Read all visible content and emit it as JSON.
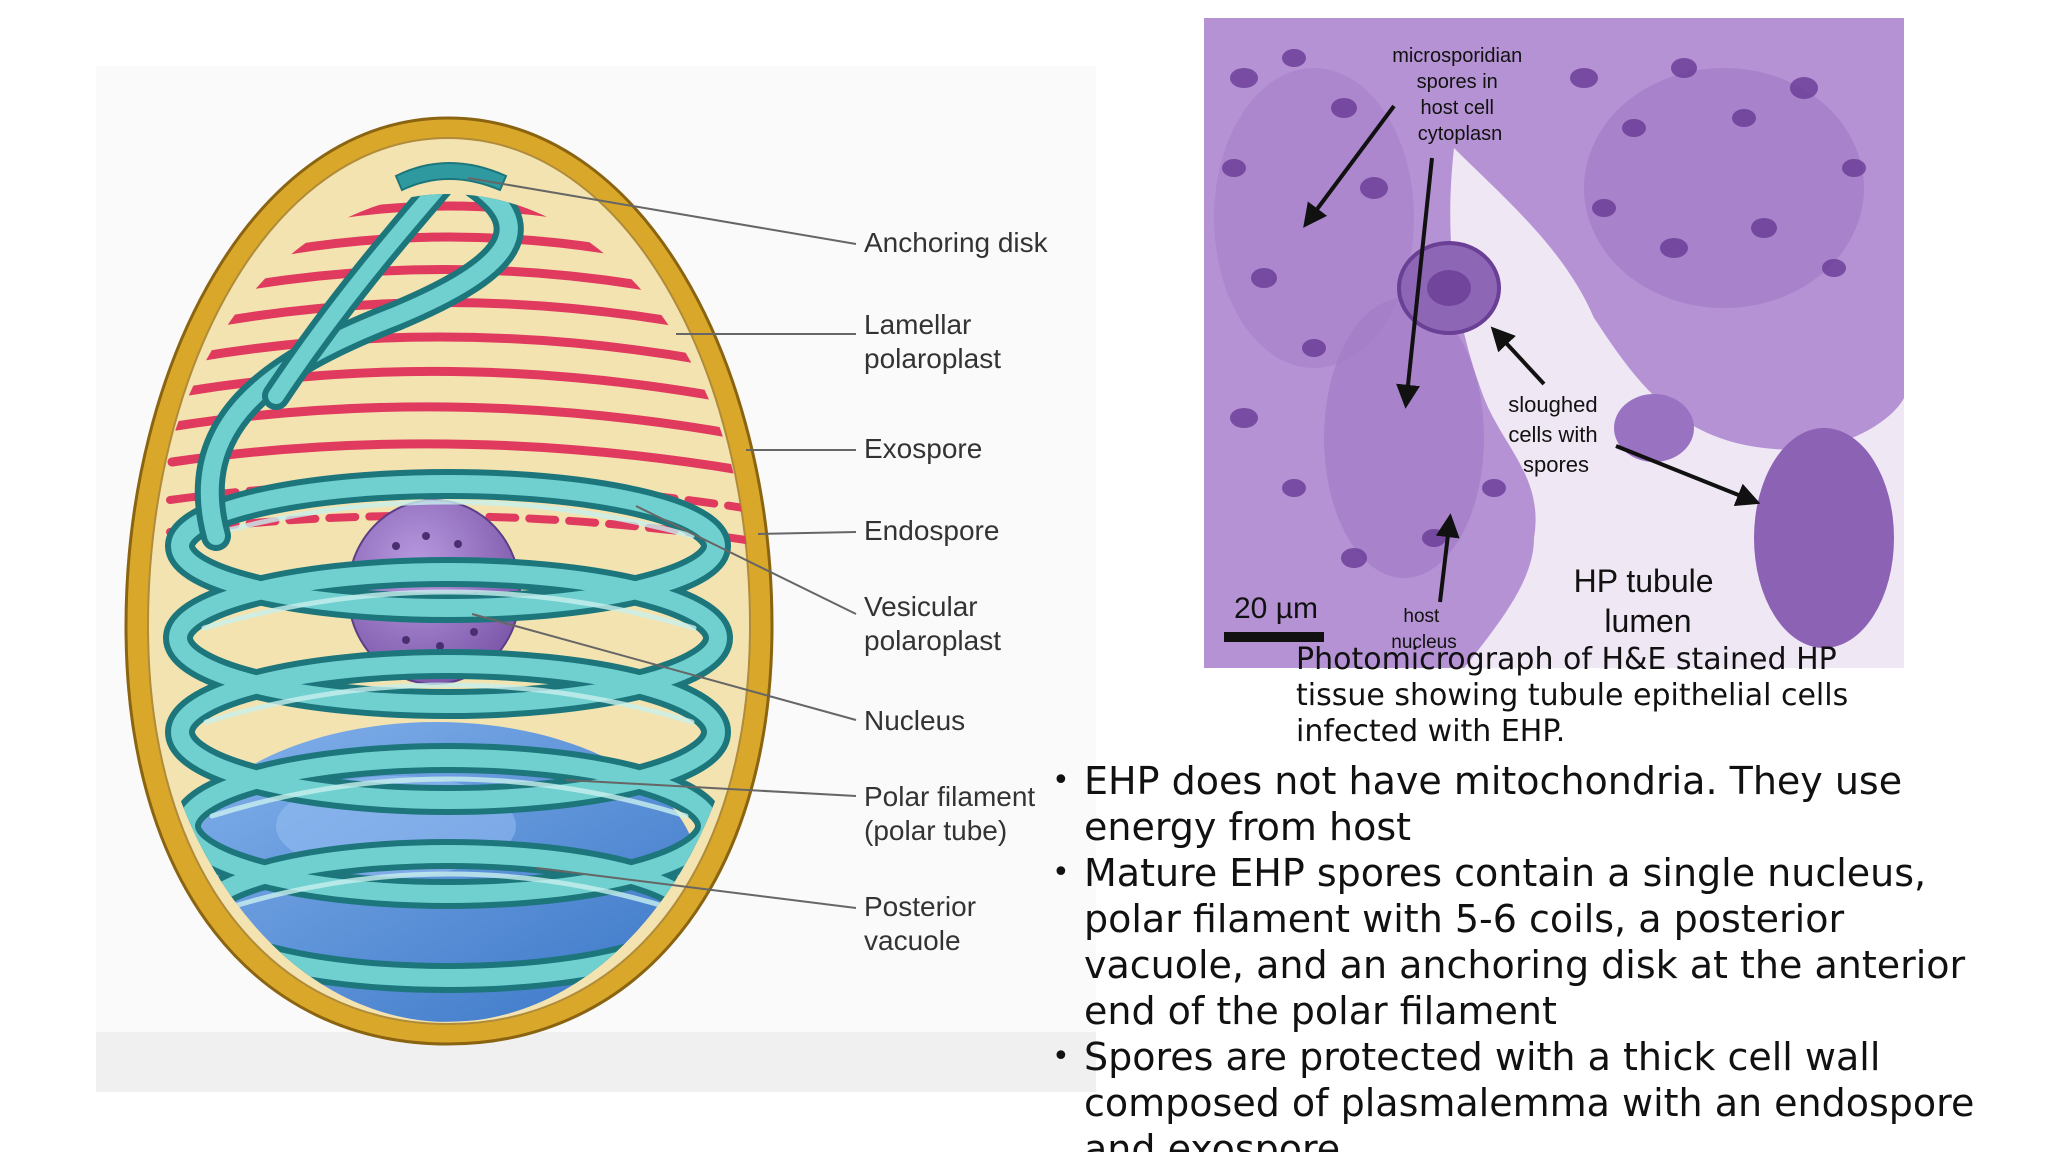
{
  "diagram": {
    "labels": [
      {
        "id": "anchoring-disk",
        "text": "Anchoring disk"
      },
      {
        "id": "lamellar-polaroplast",
        "lines": [
          "Lamellar",
          "polaroplast"
        ]
      },
      {
        "id": "exospore",
        "text": "Exospore"
      },
      {
        "id": "endospore",
        "text": "Endospore"
      },
      {
        "id": "vesicular-polaroplast",
        "lines": [
          "Vesicular",
          "polaroplast"
        ]
      },
      {
        "id": "nucleus",
        "text": "Nucleus"
      },
      {
        "id": "polar-filament",
        "lines": [
          "Polar filament",
          "(polar tube)"
        ]
      },
      {
        "id": "posterior-vacuole",
        "lines": [
          "Posterior",
          "vacuole"
        ]
      }
    ]
  },
  "micrograph": {
    "annotations": {
      "spores": [
        "microsporidian",
        "spores in",
        "host cell",
        "cytoplasn"
      ],
      "sloughed": [
        "sloughed",
        "cells with",
        "spores"
      ],
      "host_nucleus": [
        "host",
        "nucleus"
      ],
      "lumen": [
        "HP tubule",
        "lumen"
      ]
    },
    "scale_bar": "20 µm"
  },
  "caption": "Photomicrograph of H&E stained HP tissue showing tubule epithelial cells infected with EHP.",
  "bullets": [
    "EHP does not have mitochondria. They use energy from host",
    "Mature EHP spores contain a single nucleus, polar filament with 5-6 coils, a posterior vacuole, and an anchoring disk at the anterior end of the polar filament",
    "Spores are protected with a thick cell wall composed of plasmalemma with an endospore and exospore"
  ],
  "colors": {
    "exospore": "#d9a72a",
    "endospore": "#f3e3b0",
    "lamellae": "#e03a5f",
    "polar_filament": "#3fb3b6",
    "nucleus": "#8a63b5",
    "vacuole": "#3f82d6",
    "tissue": "#b691d4"
  }
}
